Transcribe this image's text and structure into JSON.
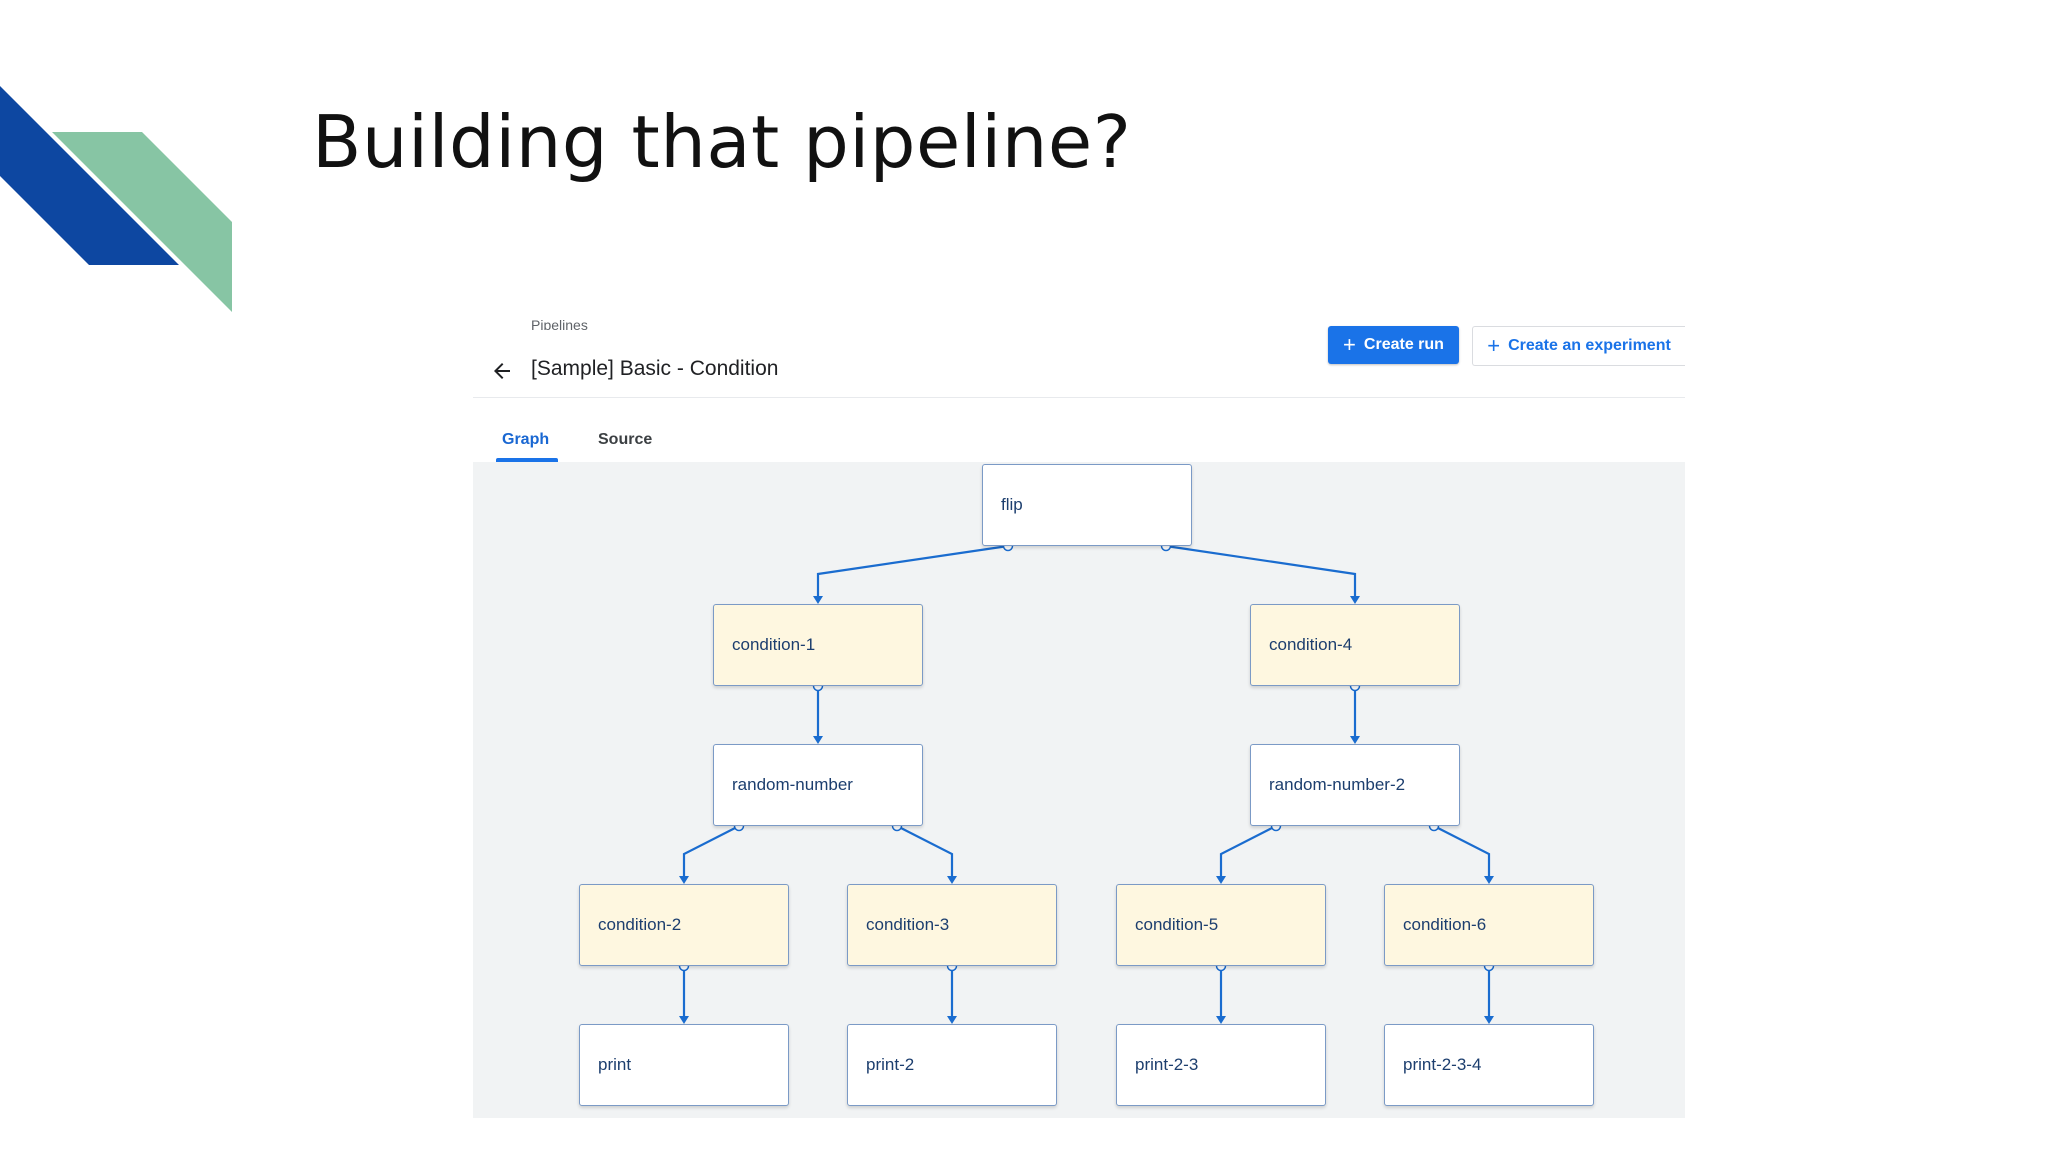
{
  "slide": {
    "title": "Building that pipeline?"
  },
  "app": {
    "breadcrumb": "Pipelines",
    "pipeline_title": "[Sample] Basic - Condition",
    "buttons": {
      "create_run": "Create run",
      "create_experiment": "Create an experiment"
    },
    "tabs": [
      {
        "label": "Graph",
        "active": true
      },
      {
        "label": "Source",
        "active": false
      }
    ],
    "graph": {
      "nodes": [
        {
          "id": "flip",
          "label": "flip",
          "kind": "task"
        },
        {
          "id": "condition-1",
          "label": "condition-1",
          "kind": "condition"
        },
        {
          "id": "condition-4",
          "label": "condition-4",
          "kind": "condition"
        },
        {
          "id": "random-number",
          "label": "random-number",
          "kind": "task"
        },
        {
          "id": "random-number-2",
          "label": "random-number-2",
          "kind": "task"
        },
        {
          "id": "condition-2",
          "label": "condition-2",
          "kind": "condition"
        },
        {
          "id": "condition-3",
          "label": "condition-3",
          "kind": "condition"
        },
        {
          "id": "condition-5",
          "label": "condition-5",
          "kind": "condition"
        },
        {
          "id": "condition-6",
          "label": "condition-6",
          "kind": "condition"
        },
        {
          "id": "print",
          "label": "print",
          "kind": "task"
        },
        {
          "id": "print-2",
          "label": "print-2",
          "kind": "task"
        },
        {
          "id": "print-2-3",
          "label": "print-2-3",
          "kind": "task"
        },
        {
          "id": "print-2-3-4",
          "label": "print-2-3-4",
          "kind": "task"
        }
      ],
      "edges": [
        [
          "flip",
          "condition-1"
        ],
        [
          "flip",
          "condition-4"
        ],
        [
          "condition-1",
          "random-number"
        ],
        [
          "condition-4",
          "random-number-2"
        ],
        [
          "random-number",
          "condition-2"
        ],
        [
          "random-number",
          "condition-3"
        ],
        [
          "random-number-2",
          "condition-5"
        ],
        [
          "random-number-2",
          "condition-6"
        ],
        [
          "condition-2",
          "print"
        ],
        [
          "condition-3",
          "print-2"
        ],
        [
          "condition-5",
          "print-2-3"
        ],
        [
          "condition-6",
          "print-2-3-4"
        ]
      ]
    }
  },
  "colors": {
    "accent": "#1a73e8",
    "edge": "#1a6ccf",
    "condition_fill": "#fef7e0",
    "deco_blue": "#0d47a1",
    "deco_green": "#87c5a4"
  }
}
